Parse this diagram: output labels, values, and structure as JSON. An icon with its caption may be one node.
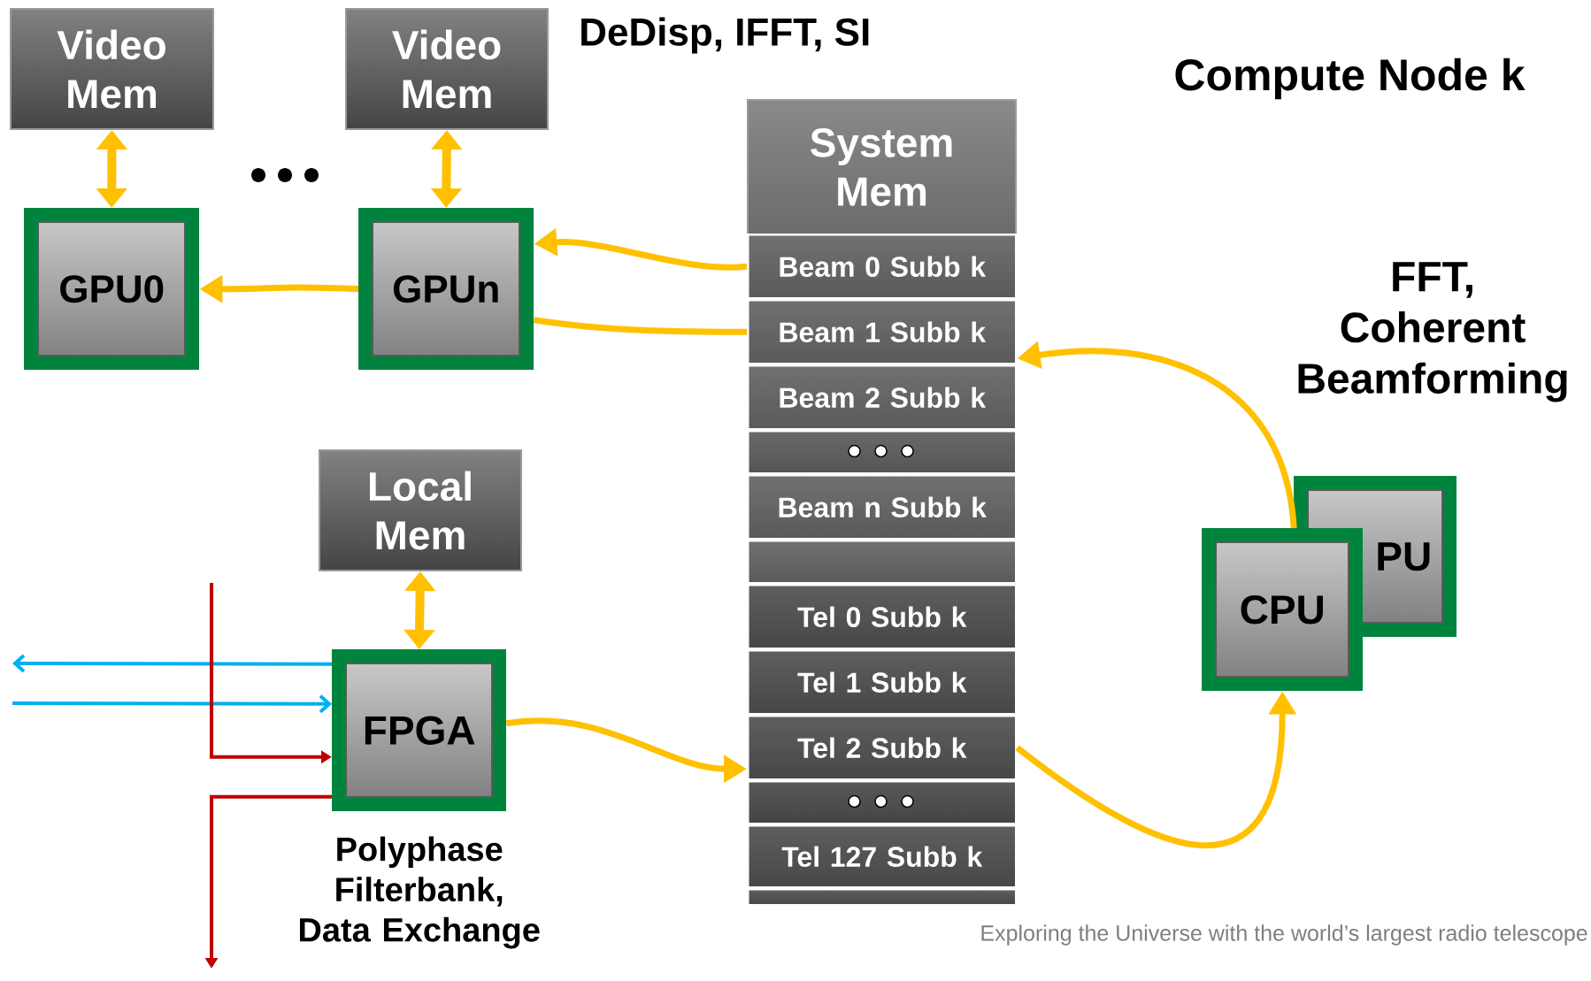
{
  "diagram": {
    "nodes": [
      {
        "text": [
          "Video Mem"
        ]
      },
      {
        "text": [
          "Video Mem"
        ]
      },
      {
        "text": [
          "GPU0"
        ]
      },
      {
        "text": [
          "GPUn"
        ]
      },
      {
        "text": [
          "System Mem"
        ]
      },
      {
        "text": [
          "Beam 0 Subb k"
        ]
      },
      {
        "text": [
          "Beam 1 Subb k"
        ]
      },
      {
        "text": [
          "Beam 2 Subb k"
        ]
      },
      {
        "text": [],
        "shape": "box"
      },
      {
        "text": [
          "Beam n Subb k"
        ]
      },
      {
        "text": [],
        "shape": "box"
      },
      {
        "text": [
          "Tel 0 Subb k"
        ]
      },
      {
        "text": [
          "Tel 1 Subb k"
        ]
      },
      {
        "text": [
          "Tel 2 Subb k"
        ]
      },
      {
        "text": [],
        "shape": "box"
      },
      {
        "text": [
          "Tel 127 Subb k"
        ]
      },
      {
        "text": [],
        "shape": "box"
      },
      {
        "text": [
          "Local Mem"
        ]
      },
      {
        "text": [
          "FPGA"
        ],
        "beside": [
          "Polyphase Filterbank, Data Exchange"
        ]
      },
      {
        "text": [
          "PU"
        ]
      },
      {
        "text": [
          "CPU"
        ]
      }
    ],
    "edges": [
      {
        "from": 0,
        "to": 2,
        "arrow": "both"
      },
      {
        "from": 1,
        "to": 3,
        "arrow": "both"
      },
      {
        "from": 3,
        "to": 2,
        "arrow": "to"
      },
      {
        "from": 5,
        "to": 3,
        "arrow": "to"
      },
      {
        "from": 3,
        "to": 6,
        "arrow": "none"
      },
      {
        "from": 20,
        "to": 6,
        "arrow": "to"
      },
      {
        "from": 13,
        "to": 20,
        "arrow": "to"
      },
      {
        "from": 17,
        "to": 18,
        "arrow": "both"
      },
      {
        "from": 18,
        "to": 13,
        "arrow": "to"
      },
      {
        "from": 18,
        "to": null,
        "arrow": "to",
        "color": "#00b0f0"
      },
      {
        "from": null,
        "to": 18,
        "arrow": "to",
        "color": "#00b0f0"
      },
      {
        "from": null,
        "to": 18,
        "arrow": "to",
        "color": "#c00000"
      },
      {
        "from": 18,
        "to": null,
        "arrow": "to",
        "color": "#c00000"
      }
    ],
    "labels": [
      "DeDisp, IFFT, SI",
      "Compute Node k",
      "FFT, Coherent Beamforming",
      "Exploring the Universe with the world’s largest radio telescope"
    ]
  }
}
